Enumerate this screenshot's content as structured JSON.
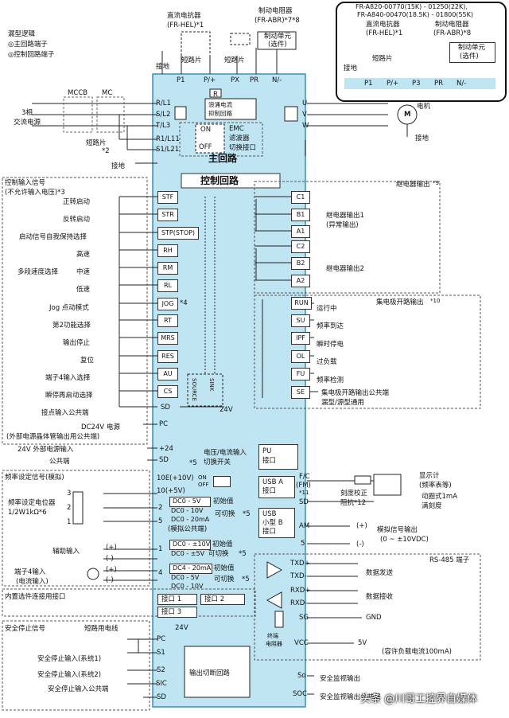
{
  "legend": {
    "title": "漏型逻辑",
    "main_terminal": "◎主回路端子",
    "control_terminal": "◎控制回路端子"
  },
  "top": {
    "reactor": "直流电抗器",
    "reactor_model": "(FR-HEL)*1",
    "brake_resistor": "制动电阻器",
    "brake_model": "(FR-ABR)*7*8",
    "brake_unit": "制动单元",
    "brake_unit_opt": "(选件)",
    "short_bar_1": "短路片",
    "short_bar_2": "短路片",
    "ground": "接地"
  },
  "inset": {
    "line1": "FR-A820-00770(15K) - 01250(22K),",
    "line2": "FR-A840-00470(18.5K) - 01800(55K)",
    "reactor": "直流电抗器",
    "reactor_model": "(FR-HEL)*1",
    "brake_resistor": "制动电阻器",
    "brake_model": "(FR-ABR)*8",
    "short_bar": "短路片",
    "brake_unit": "制动单元",
    "brake_unit_opt": "(选件)",
    "ground": "接地",
    "terminals": [
      "P1",
      "P/+",
      "P3",
      "PR",
      "N/-"
    ]
  },
  "main_circuit": {
    "title": "主回路",
    "top_terminals": [
      "P1",
      "P/+",
      "PX",
      "PR",
      "N/-"
    ],
    "input_terminals": [
      "R/L1",
      "S/L2",
      "T/L3"
    ],
    "control_power": [
      "R1/L11",
      "S1/L21"
    ],
    "output_terminals": [
      "U",
      "V",
      "W"
    ],
    "inrush": "浪涌电流\n抑制回路",
    "r_label": "R",
    "emc": [
      "EMC",
      "滤波器",
      "切换接口"
    ],
    "emc_on": "ON",
    "emc_off": "OFF",
    "power_src": [
      "3相",
      "交流电源"
    ],
    "mccb": "MCCB",
    "mc": "MC",
    "short_bar": "短路片",
    "note2": "*2",
    "motor": "电机",
    "motor_symbol": "M",
    "ground": "接地"
  },
  "control_circuit": {
    "title": "控制回路",
    "input_title": "控制输入信号",
    "input_note": "(不允许输入电压)*3",
    "inputs": [
      {
        "label": "正转启动",
        "term": "STF"
      },
      {
        "label": "反转启动",
        "term": "STR"
      },
      {
        "label": "启动信号自我保持选择",
        "term": "STP(STOP)"
      },
      {
        "label": "高速",
        "term": "RH"
      },
      {
        "label": "中速",
        "term": "RM"
      },
      {
        "label": "低速",
        "term": "RL"
      },
      {
        "label": "Jog 点动模式",
        "term": "JOG"
      },
      {
        "label": "第2功能选择",
        "term": "RT"
      },
      {
        "label": "输出停止",
        "term": "MRS"
      },
      {
        "label": "复位",
        "term": "RES"
      },
      {
        "label": "端子4输入选择",
        "term": "AU"
      },
      {
        "label": "瞬停再启动选择",
        "term": "CS"
      },
      {
        "label": "接点输入公共端",
        "term": "SD"
      }
    ],
    "multi_speed": "多段速度选择",
    "jog_note": "*4",
    "source": "SOURCE",
    "sink": "SINK",
    "v24": "24V",
    "pc_label": "DC24V 电源",
    "pc_note": "(外部电源晶体管输出用公共端)",
    "pc_term": "PC",
    "ext24_label": "24V 外部电源输入",
    "ext24_term": "+24",
    "common": "公共端",
    "common_term": "SD",
    "switch_note": "*5",
    "switch_label": [
      "电压/电流输入",
      "切换开关"
    ]
  },
  "relay": {
    "title": "继电器输出",
    "note": "*9",
    "terms1": [
      "C1",
      "B1",
      "A1"
    ],
    "out1": [
      "继电器输出1",
      "(异常输出)"
    ],
    "terms2": [
      "C2",
      "B2",
      "A2"
    ],
    "out2": "继电器输出2"
  },
  "collector": {
    "title": "集电极开路输出",
    "note": "*10",
    "items": [
      {
        "term": "RUN",
        "label": "运行中"
      },
      {
        "term": "SU",
        "label": "频率到达"
      },
      {
        "term": "IPF",
        "label": "瞬时停电"
      },
      {
        "term": "OL",
        "label": "过负载"
      },
      {
        "term": "FU",
        "label": "频率检测"
      },
      {
        "term": "SE",
        "label": "集电极开路输出公共端"
      }
    ],
    "se_sub": "漏型/源型通用"
  },
  "analog": {
    "title": "频率设定信号(模拟)",
    "pot": "频率设定电位器",
    "pot_spec": "1/2W1kΩ*6",
    "pot_pins": [
      "3",
      "2",
      "1"
    ],
    "terms": [
      "10E(+10V)",
      "10(+5V)",
      "2",
      "5",
      "1",
      "4"
    ],
    "term_nums": [
      "2",
      "5",
      "1",
      "4"
    ],
    "switch_on": "ON",
    "switch_off": "OFF",
    "t2_box": [
      "DC0 - 5V",
      "DC0 - 10V",
      "DC0 - 20mA"
    ],
    "t2_init": "初始值",
    "t2_change": "可切换",
    "t2_note": "*5",
    "t5_label": "(模拟公共端)",
    "aux_input": "辅助输入",
    "plus": "(+)",
    "minus": "(-)",
    "t1_box": [
      "DC0 - ±10V",
      "DC0 - ±5V"
    ],
    "t1_init": "初始值",
    "t1_change": "可切换",
    "t1_note": "*5",
    "t4_input": [
      "端子4输入",
      "(电流输入)"
    ],
    "t4_box": [
      "DC4 - 20mA",
      "DC0 - 5V",
      "DC0 - 10V"
    ],
    "t4_init": "初始值",
    "t4_change": "可切换",
    "t4_note": "*5"
  },
  "option_if": {
    "title": "内置选件连接用接口",
    "ports": [
      "接口 1",
      "接口 2",
      "接口 3"
    ]
  },
  "pu": {
    "pu": [
      "PU",
      "接口"
    ],
    "usba": [
      "USB A",
      "接口"
    ],
    "usbb": [
      "USB",
      "小型 B",
      "接口"
    ]
  },
  "meter": {
    "fc": "F/C",
    "fm": "(FM)",
    "fc_note": "*11",
    "sd": "SD",
    "cal": [
      "刻度校正",
      "阻抗*12"
    ],
    "display": "显示计",
    "display_sub": "(频率表等)",
    "moving_coil": "动圈式1mA",
    "full_scale": "满刻度",
    "am": "AM",
    "am_out": "模拟信号输出",
    "am_range": "(0 ~ ±10VDC)",
    "plus": "(+)",
    "minus": "(-)",
    "t5": "5"
  },
  "rs485": {
    "title": "RS-485 端子",
    "terms": [
      "TXD+",
      "TXD-",
      "RXD+",
      "RXD-",
      "SG",
      "VCC"
    ],
    "send": "数据发送",
    "recv": "数据接收",
    "gnd": "GND",
    "term_res": [
      "终端",
      "电阻器"
    ],
    "v5": "5V",
    "cap": "(容许负载电流100mA)"
  },
  "safety": {
    "title": "安全停止信号",
    "short": "短路用电线",
    "v24": "24V",
    "terms": [
      "PC",
      "S1",
      "S2",
      "SIC",
      "SD"
    ],
    "in1": "安全停止输入(系统1)",
    "in2": "安全停止输入(系统2)",
    "common": "安全停止输入公共端",
    "circuit": "输出切断回路",
    "out_terms": [
      "So",
      "SOC"
    ],
    "monitor": "安全监视输出",
    "monitor_common": "安全监视输出公共端"
  },
  "watermark": "头条 @川哥工控界自媒体"
}
